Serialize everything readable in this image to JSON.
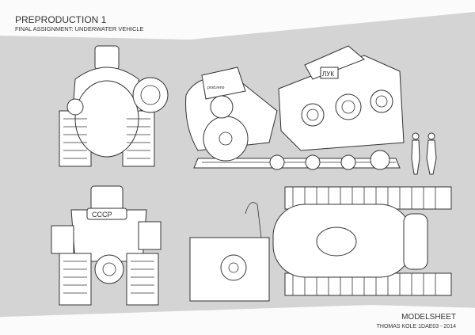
{
  "header": {
    "title": "PREPRODUCTION 1",
    "subtitle": "FINAL ASSIGNMENT: UNDERWATER VEHICLE"
  },
  "footer": {
    "sheet_label": "MODELSHEET",
    "credit": "THOMAS KOLE 1DAE03 - 2014"
  },
  "drawing": {
    "side_hatch_label": "ЛУК",
    "back_emblem": "CCCP"
  }
}
